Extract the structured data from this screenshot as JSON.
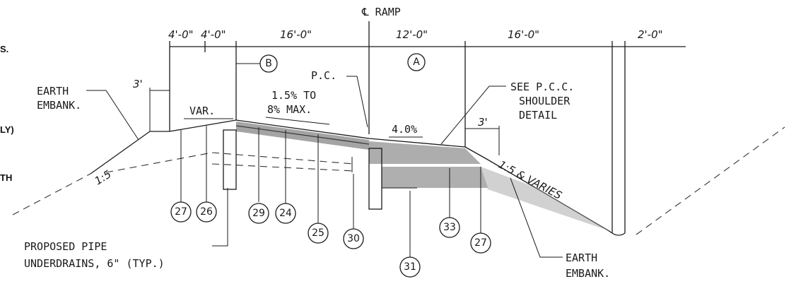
{
  "edge_fragments": [
    "S.",
    "LY)",
    "TH"
  ],
  "centerline_label": "℄ RAMP",
  "dimensions": [
    "4'-0\"",
    "4'-0\"",
    "16'-0\"",
    "12'-0\"",
    "16'-0\"",
    "2'-0\""
  ],
  "small_dims": [
    "3'",
    "3'"
  ],
  "lane_markers": [
    "B",
    "A"
  ],
  "labels": {
    "earth_embank_left": [
      "EARTH",
      "EMBANK."
    ],
    "earth_embank_right": [
      "EARTH",
      "EMBANK."
    ],
    "var": "VAR.",
    "slope_text": [
      "1.5% TO",
      "8% MAX."
    ],
    "pc": "P.C.",
    "shoulder_slope": "4.0%",
    "see_shoulder": [
      "SEE P.C.C.",
      "SHOULDER",
      "DETAIL"
    ],
    "slope_left": "1:5",
    "slope_right": "1:5 & VARIES",
    "underdrains": [
      "PROPOSED PIPE",
      "UNDERDRAINS, 6\" (TYP.)"
    ]
  },
  "callouts": [
    "27",
    "26",
    "29",
    "24",
    "25",
    "30",
    "31",
    "33",
    "27"
  ]
}
